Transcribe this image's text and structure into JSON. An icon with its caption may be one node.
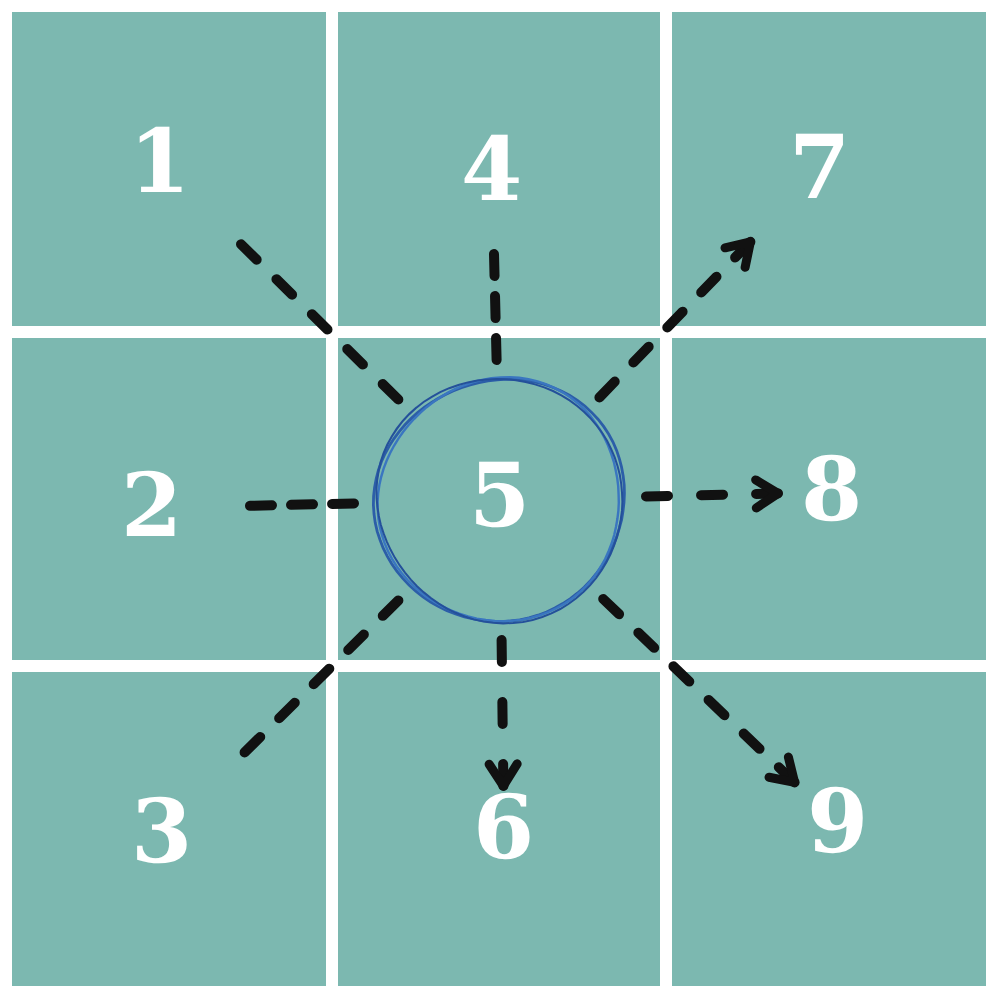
{
  "diagram": {
    "nodes": [
      {
        "text": [
          "1"
        ]
      },
      {
        "text": [
          "4"
        ]
      },
      {
        "text": [
          "7"
        ]
      },
      {
        "text": [
          "2"
        ]
      },
      {
        "text": [],
        "shape": "box"
      },
      {
        "text": [
          "5"
        ],
        "in": 4
      },
      {
        "text": [
          "8"
        ]
      },
      {
        "text": [
          "3"
        ]
      },
      {
        "text": [
          "6"
        ]
      },
      {
        "text": [
          "9"
        ]
      }
    ],
    "edges": [
      {
        "from": 0,
        "to": 5,
        "arrow": "none",
        "style": "dashed"
      },
      {
        "from": 1,
        "to": 5,
        "arrow": "none",
        "style": "dashed"
      },
      {
        "from": 5,
        "to": 2,
        "arrow": "to",
        "style": "dashed"
      },
      {
        "from": 3,
        "to": 5,
        "arrow": "none",
        "style": "dashed"
      },
      {
        "from": 5,
        "to": 6,
        "arrow": "to",
        "style": "dashed"
      },
      {
        "from": 7,
        "to": 5,
        "arrow": "none",
        "style": "dashed"
      },
      {
        "from": 5,
        "to": 8,
        "arrow": "to",
        "style": "dashed"
      },
      {
        "from": 5,
        "to": 9,
        "arrow": "to",
        "style": "dashed"
      }
    ]
  }
}
